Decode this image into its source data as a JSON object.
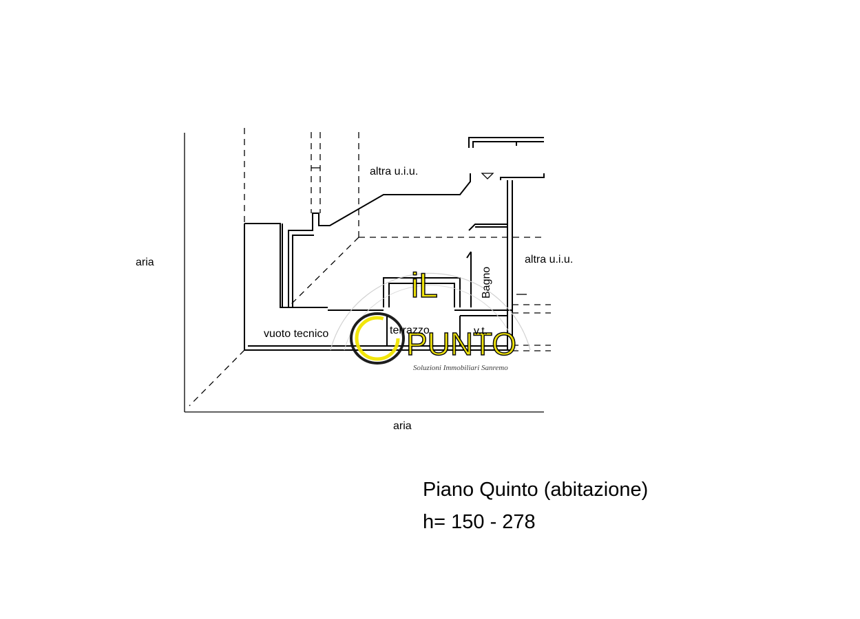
{
  "labels": {
    "aria_left": "aria",
    "aria_bottom": "aria",
    "altra_top": "altra u.i.u.",
    "altra_right": "altra u.i.u.",
    "bagno": "Bagno",
    "vuoto_tecnico": "vuoto tecnico",
    "terrazzo": "terrazzo",
    "vt": "v.t."
  },
  "caption": {
    "title": "Piano Quinto (abitazione)",
    "height": "h= 150 - 278"
  },
  "watermark": {
    "il": "iL",
    "punto": "PUNTO",
    "tagline": "Soluzioni Immobiliari Sanremo",
    "color": "#f2e500"
  }
}
